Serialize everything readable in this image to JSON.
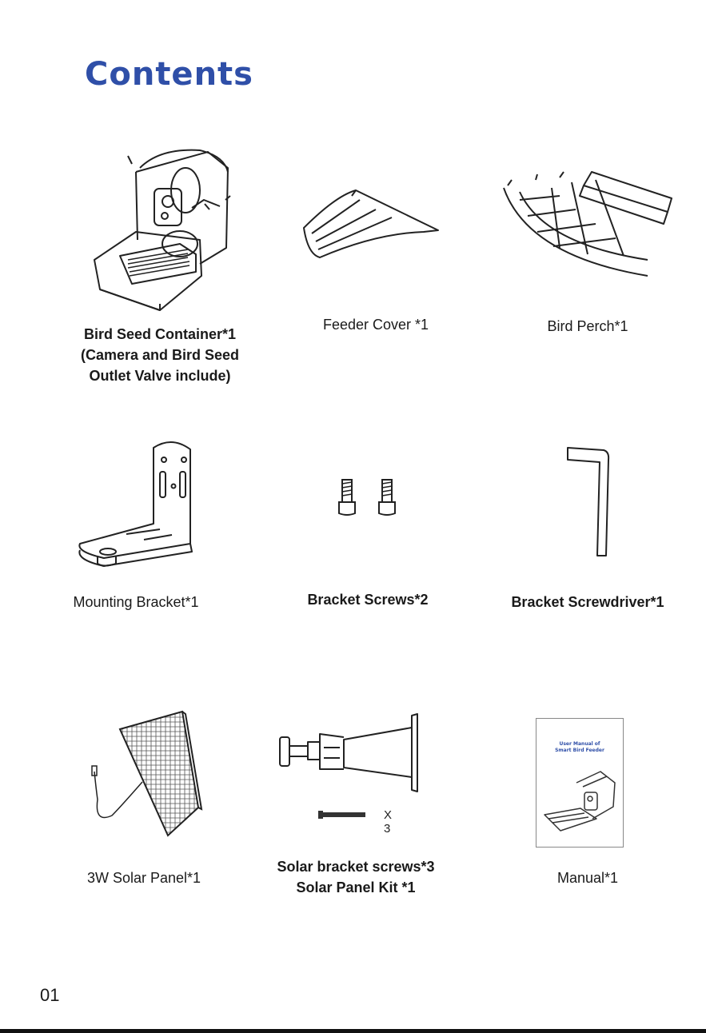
{
  "title": "Contents",
  "page_number": "01",
  "items": [
    {
      "icon": "bird-seed-container-icon",
      "lines": [
        "Bird Seed Container*1",
        "(Camera and Bird Seed",
        "Outlet Valve include)"
      ]
    },
    {
      "icon": "feeder-cover-icon",
      "lines": [
        "Feeder Cover  *1"
      ]
    },
    {
      "icon": "bird-perch-icon",
      "lines": [
        "Bird Perch*1"
      ]
    },
    {
      "icon": "mounting-bracket-icon",
      "lines": [
        "Mounting Bracket*1"
      ]
    },
    {
      "icon": "bracket-screws-icon",
      "lines": [
        "Bracket Screws*2"
      ]
    },
    {
      "icon": "screwdriver-icon",
      "lines": [
        "Bracket Screwdriver*1"
      ]
    },
    {
      "icon": "solar-panel-icon",
      "lines": [
        "3W Solar Panel*1"
      ]
    },
    {
      "icon": "solar-panel-kit-icon",
      "lines": [
        "Solar bracket screws*3",
        "Solar Panel Kit *1"
      ],
      "quantity_mark": "X 3"
    },
    {
      "icon": "manual-icon",
      "lines": [
        "Manual*1"
      ],
      "cover_title": [
        "User Manual of",
        "Smart Bird Feeder"
      ]
    }
  ]
}
